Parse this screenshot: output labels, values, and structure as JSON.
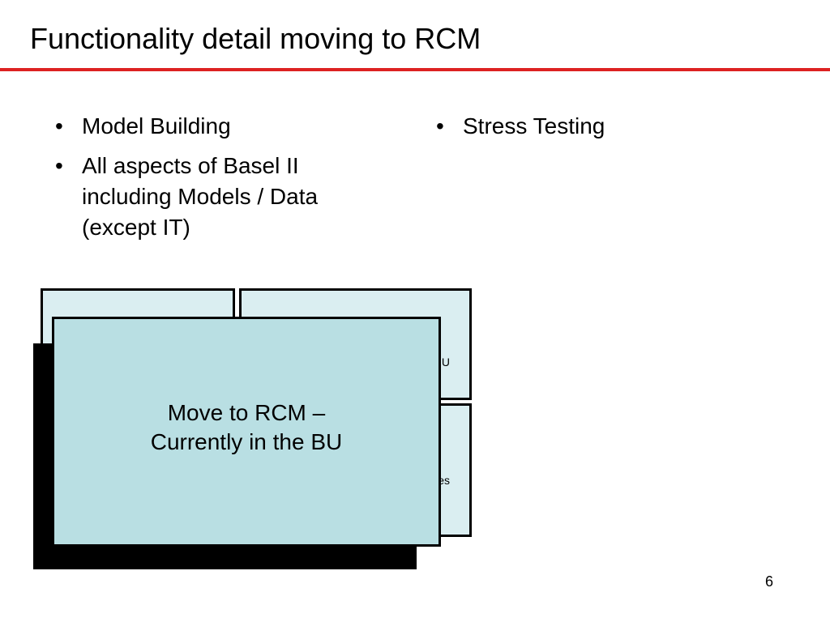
{
  "slide": {
    "title": "Functionality detail moving to RCM",
    "accent_color": "#dd2222",
    "page_number": "6"
  },
  "left_bullets": [
    {
      "text": "Model Building"
    },
    {
      "text": "All aspects of Basel II including Models / Data (except IT)"
    }
  ],
  "right_bullets": [
    {
      "text": "Stress Testing"
    }
  ],
  "diagram": {
    "box_fill_color": "#daeef1",
    "callout_fill_color": "#b9dfe3",
    "top_right_visible_text": "U",
    "bottom_right_visible_text": "nes",
    "callout_line1": "Move to RCM –",
    "callout_line2": "Currently in the BU"
  }
}
